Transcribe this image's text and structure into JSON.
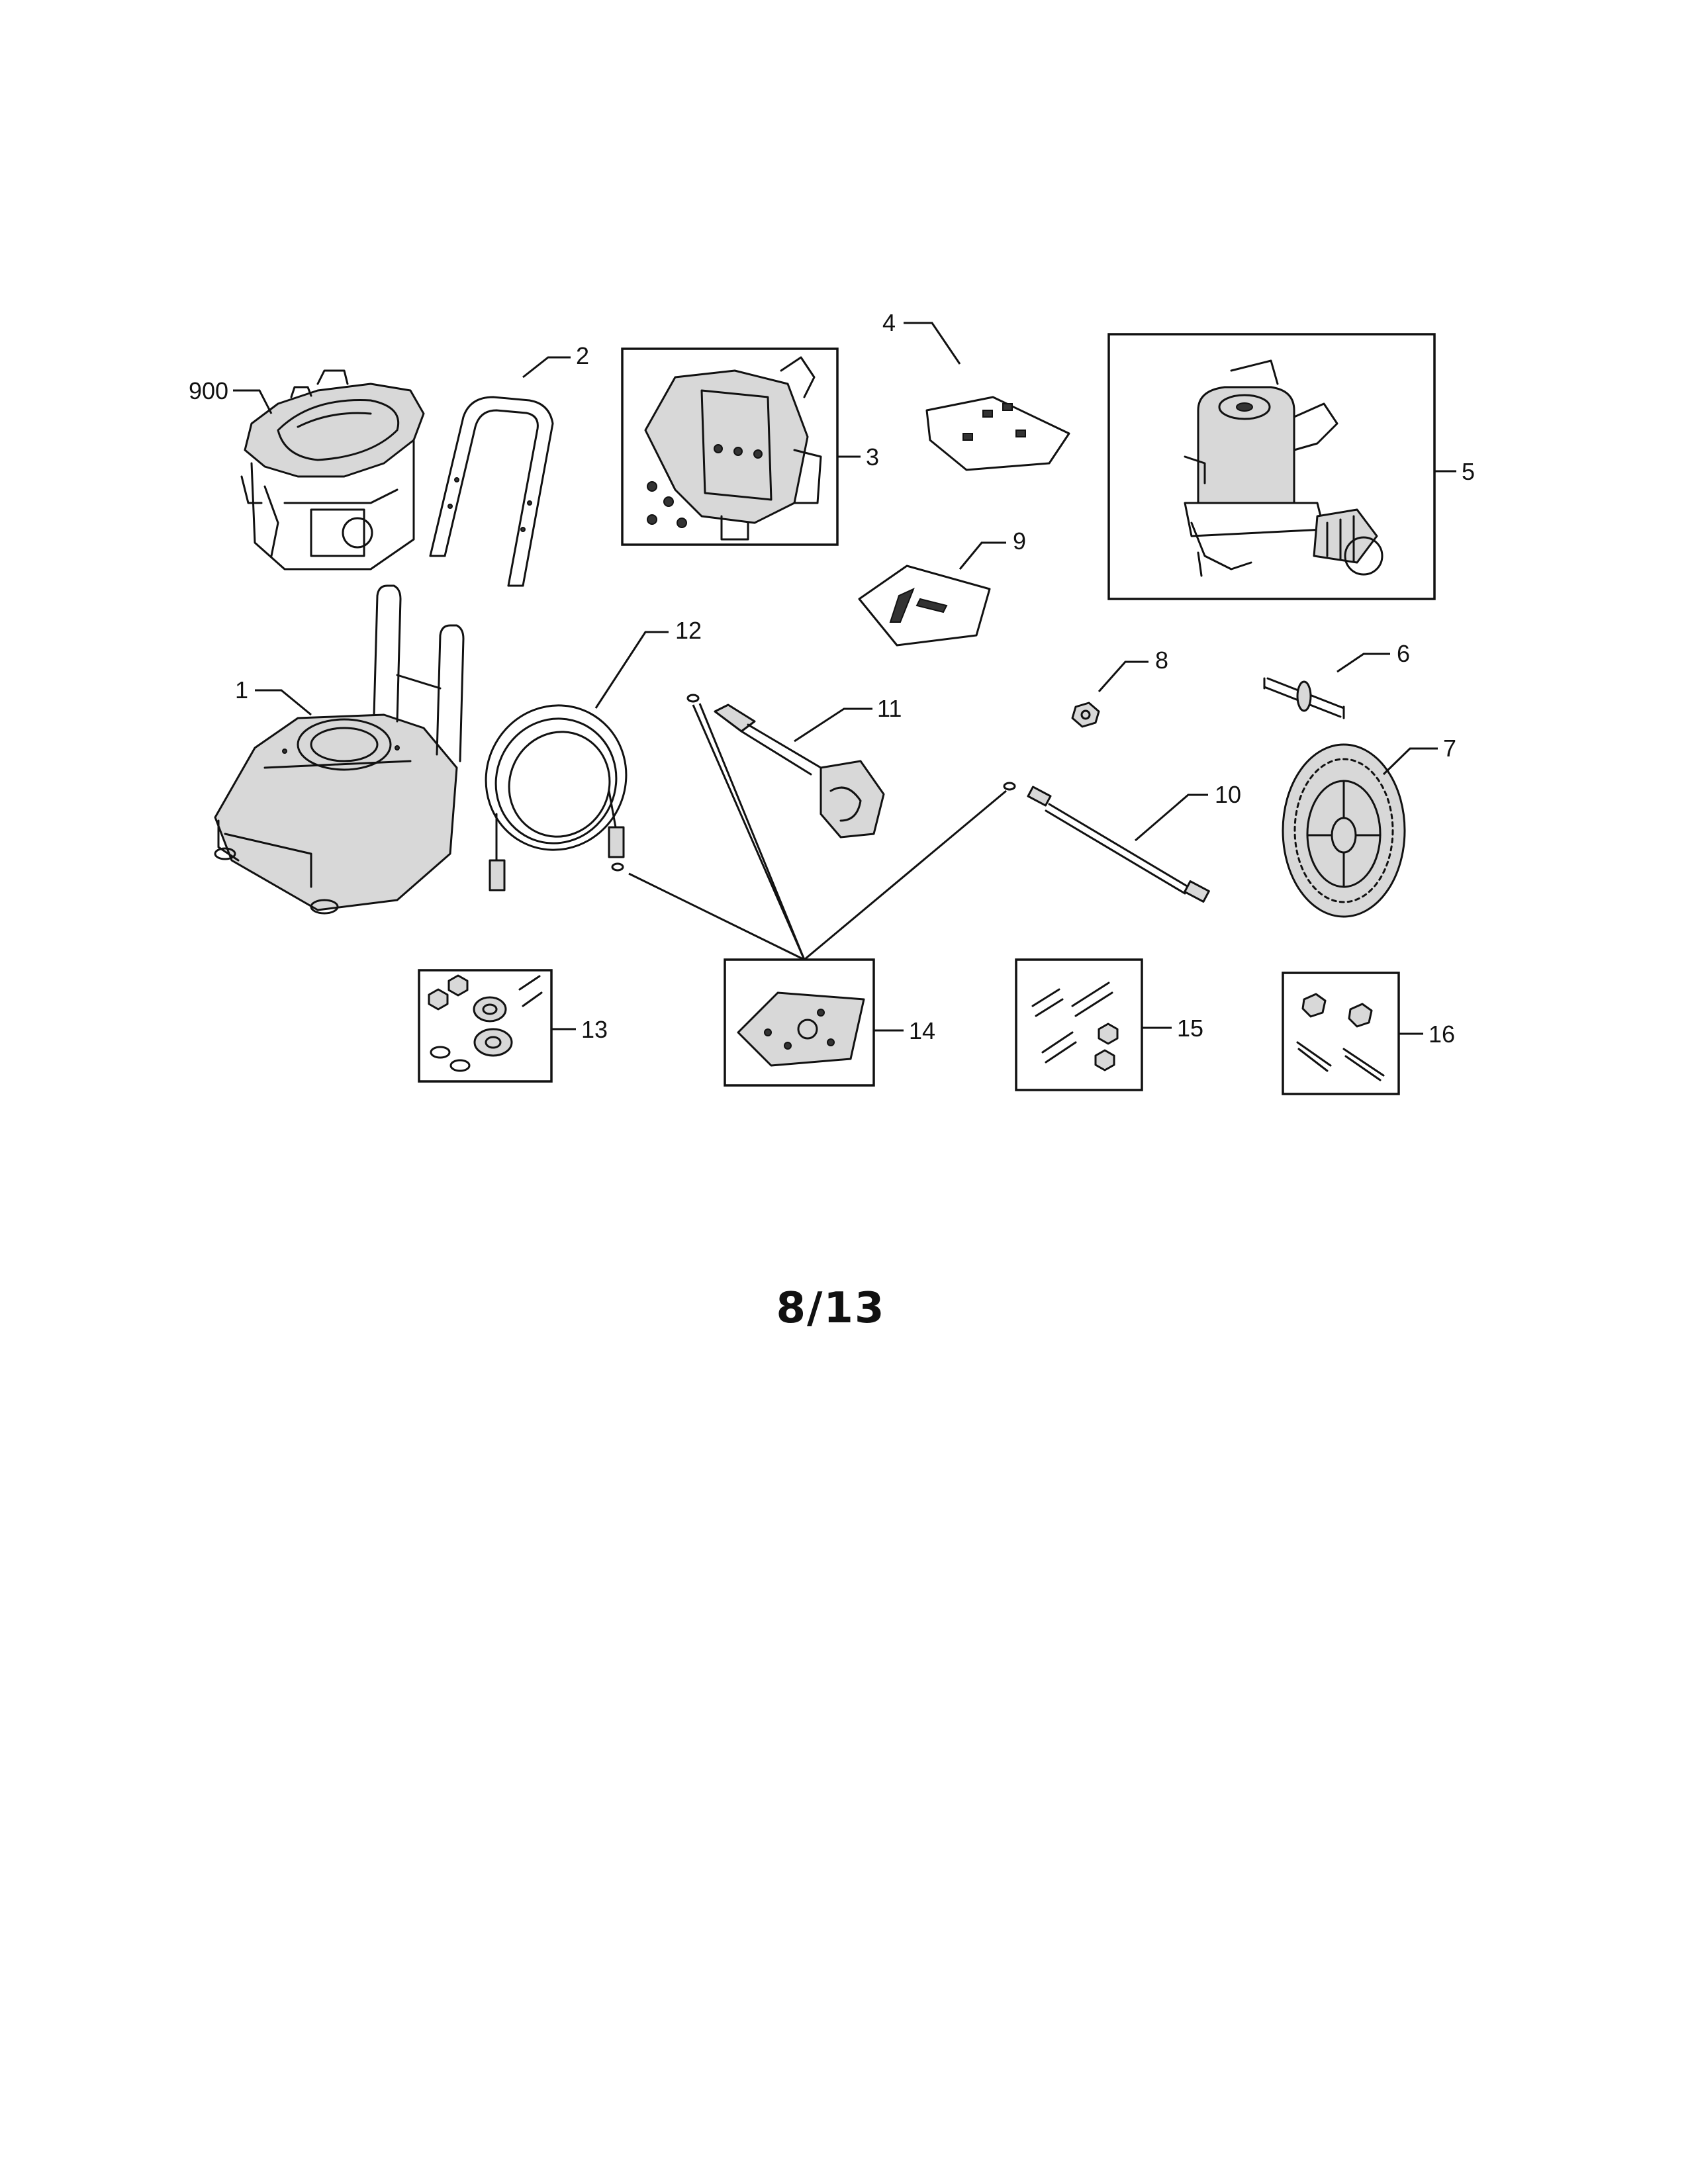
{
  "diagram": {
    "callouts": [
      {
        "id": "900",
        "text": "900"
      },
      {
        "id": "2",
        "text": "2"
      },
      {
        "id": "3",
        "text": "3"
      },
      {
        "id": "4",
        "text": "4"
      },
      {
        "id": "5",
        "text": "5"
      },
      {
        "id": "9",
        "text": "9"
      },
      {
        "id": "1",
        "text": "1"
      },
      {
        "id": "12",
        "text": "12"
      },
      {
        "id": "11",
        "text": "11"
      },
      {
        "id": "8",
        "text": "8"
      },
      {
        "id": "6",
        "text": "6"
      },
      {
        "id": "7",
        "text": "7"
      },
      {
        "id": "10",
        "text": "10"
      },
      {
        "id": "13",
        "text": "13"
      },
      {
        "id": "14",
        "text": "14"
      },
      {
        "id": "15",
        "text": "15"
      },
      {
        "id": "16",
        "text": "16"
      }
    ]
  },
  "page_number": "8/13"
}
